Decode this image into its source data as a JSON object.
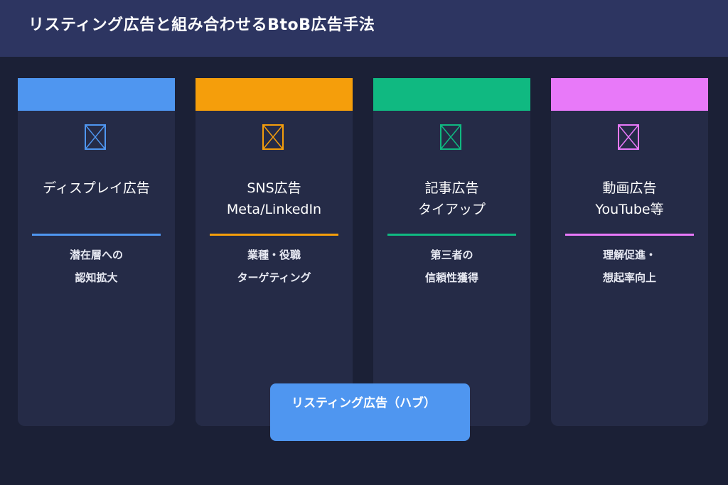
{
  "header": {
    "title": "リスティング広告と組み合わせるBtoB広告手法"
  },
  "cards": [
    {
      "color": "#4f96f0",
      "icon": "image-placeholder-icon",
      "title": [
        "ディスプレイ広告"
      ],
      "description": [
        "潜在層への",
        "認知拡大"
      ]
    },
    {
      "color": "#f59e0b",
      "icon": "image-placeholder-icon",
      "title": [
        "SNS広告",
        "Meta/LinkedIn"
      ],
      "description": [
        "業種・役職",
        "ターゲティング"
      ]
    },
    {
      "color": "#10b981",
      "icon": "image-placeholder-icon",
      "title": [
        "記事広告",
        "タイアップ"
      ],
      "description": [
        "第三者の",
        "信頼性獲得"
      ]
    },
    {
      "color": "#e879f9",
      "icon": "image-placeholder-icon",
      "title": [
        "動画広告",
        "YouTube等"
      ],
      "description": [
        "理解促進・",
        "想起率向上"
      ]
    }
  ],
  "hub": {
    "label": "リスティング広告（ハブ）",
    "color": "#4f96f0"
  }
}
